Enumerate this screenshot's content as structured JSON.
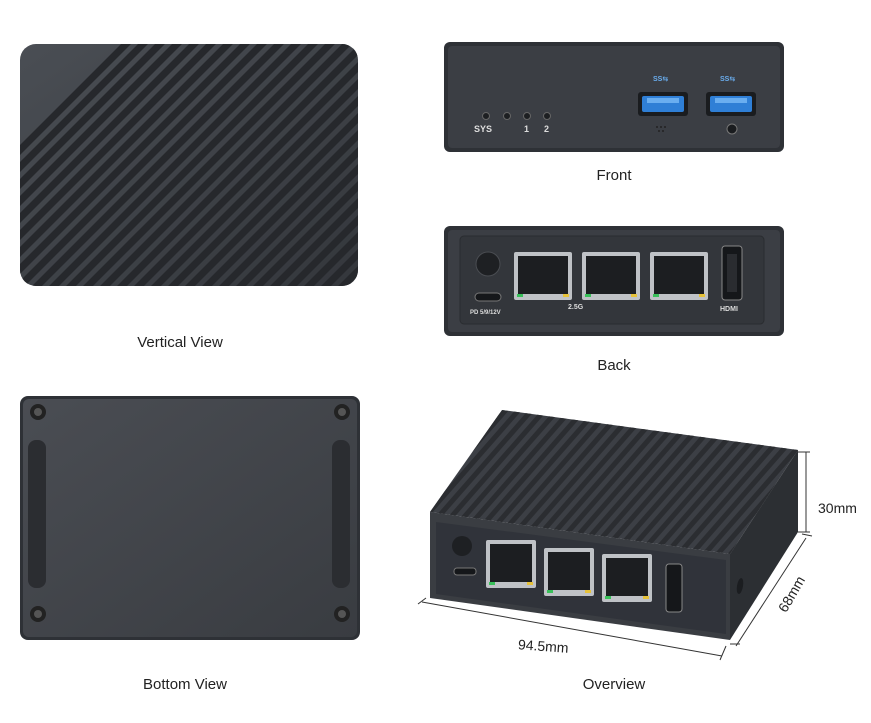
{
  "captions": {
    "vertical": "Vertical View",
    "front": "Front",
    "back": "Back",
    "bottom": "Bottom View",
    "overview": "Overview"
  },
  "front_labels": {
    "sys": "SYS",
    "led1": "1",
    "led2": "2",
    "usb_logo": "SS⇆"
  },
  "back_labels": {
    "power": "PD 5/9/12V",
    "lan": "2.5G",
    "hdmi": "HDMI"
  },
  "dimensions": {
    "height": "30mm",
    "width": "94.5mm",
    "depth": "68mm"
  },
  "colors": {
    "case": "#3a3d42",
    "usb_blue": "#2f7fd6",
    "led_green": "#39c05a",
    "led_yellow": "#e6c23a"
  }
}
